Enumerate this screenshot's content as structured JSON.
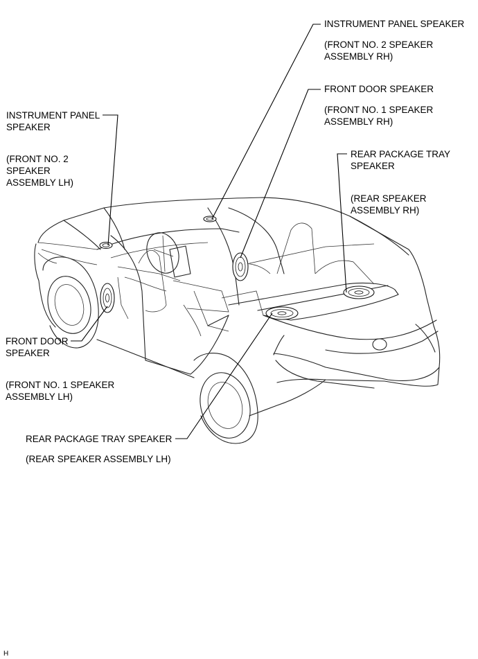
{
  "labels": {
    "ip_rh_title": "INSTRUMENT PANEL SPEAKER",
    "ip_rh_sub_1": "(FRONT NO. 2 SPEAKER",
    "ip_rh_sub_2": "ASSEMBLY RH)",
    "fd_rh_title": "FRONT DOOR SPEAKER",
    "fd_rh_sub_1": "(FRONT NO. 1 SPEAKER",
    "fd_rh_sub_2": "ASSEMBLY RH)",
    "rp_rh_title_1": "REAR PACKAGE TRAY",
    "rp_rh_title_2": "SPEAKER",
    "rp_rh_sub_1": "(REAR SPEAKER",
    "rp_rh_sub_2": "ASSEMBLY RH)",
    "ip_lh_title_1": "INSTRUMENT PANEL",
    "ip_lh_title_2": "SPEAKER",
    "ip_lh_sub_1": "(FRONT NO. 2",
    "ip_lh_sub_2": "SPEAKER",
    "ip_lh_sub_3": "ASSEMBLY LH)",
    "fd_lh_title_1": "FRONT DOOR",
    "fd_lh_title_2": "SPEAKER",
    "fd_lh_sub_1": "(FRONT NO. 1 SPEAKER",
    "fd_lh_sub_2": "ASSEMBLY LH)",
    "rp_lh_title": "REAR PACKAGE TRAY SPEAKER",
    "rp_lh_sub": "(REAR SPEAKER ASSEMBLY LH)"
  },
  "corner_mark": "H"
}
